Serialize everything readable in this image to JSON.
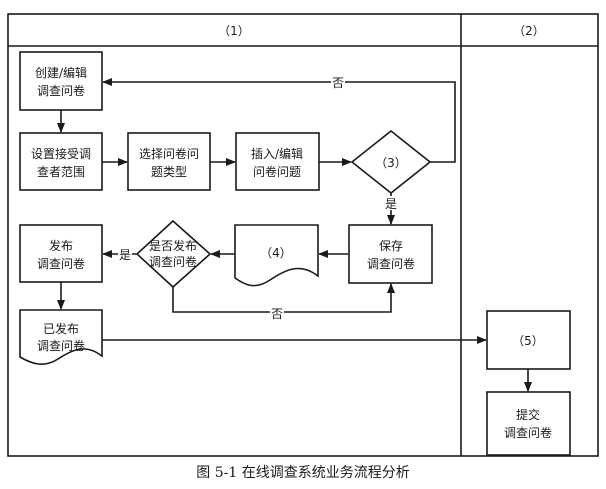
{
  "lanes": [
    {
      "id": "lane1",
      "label": "（1）"
    },
    {
      "id": "lane2",
      "label": "（2）"
    }
  ],
  "nodes": {
    "create": {
      "shape": "process",
      "lines": [
        "创建/编辑",
        "调查问卷"
      ]
    },
    "scope": {
      "shape": "process",
      "lines": [
        "设置接受调",
        "查者范围"
      ]
    },
    "qtype": {
      "shape": "process",
      "lines": [
        "选择问卷问",
        "题类型"
      ]
    },
    "insert": {
      "shape": "process",
      "lines": [
        "插入/编辑",
        "问卷问题"
      ]
    },
    "d3": {
      "shape": "decision",
      "lines": [
        "（3）"
      ]
    },
    "save": {
      "shape": "process",
      "lines": [
        "保存",
        "调查问卷"
      ]
    },
    "doc4": {
      "shape": "document",
      "lines": [
        "（4）"
      ]
    },
    "dpublish": {
      "shape": "decision",
      "lines": [
        "是否发布",
        "调查问卷"
      ]
    },
    "publish": {
      "shape": "process",
      "lines": [
        "发布",
        "调查问卷"
      ]
    },
    "published": {
      "shape": "document",
      "lines": [
        "已发布",
        "调查问卷"
      ]
    },
    "p5": {
      "shape": "process",
      "lines": [
        "（5）"
      ]
    },
    "submit": {
      "shape": "process",
      "lines": [
        "提交",
        "调查问卷"
      ]
    }
  },
  "edges": [
    {
      "from": "create",
      "to": "scope",
      "label": ""
    },
    {
      "from": "scope",
      "to": "qtype",
      "label": ""
    },
    {
      "from": "qtype",
      "to": "insert",
      "label": ""
    },
    {
      "from": "insert",
      "to": "d3",
      "label": ""
    },
    {
      "from": "d3",
      "to": "create",
      "label": "否"
    },
    {
      "from": "d3",
      "to": "save",
      "label": "是"
    },
    {
      "from": "save",
      "to": "doc4",
      "label": ""
    },
    {
      "from": "doc4",
      "to": "dpublish",
      "label": ""
    },
    {
      "from": "dpublish",
      "to": "publish",
      "label": "是"
    },
    {
      "from": "dpublish",
      "to": "save",
      "label": "否"
    },
    {
      "from": "publish",
      "to": "published",
      "label": ""
    },
    {
      "from": "published",
      "to": "p5",
      "label": ""
    },
    {
      "from": "p5",
      "to": "submit",
      "label": ""
    }
  ],
  "caption": "图 5-1    在线调查系统业务流程分析"
}
